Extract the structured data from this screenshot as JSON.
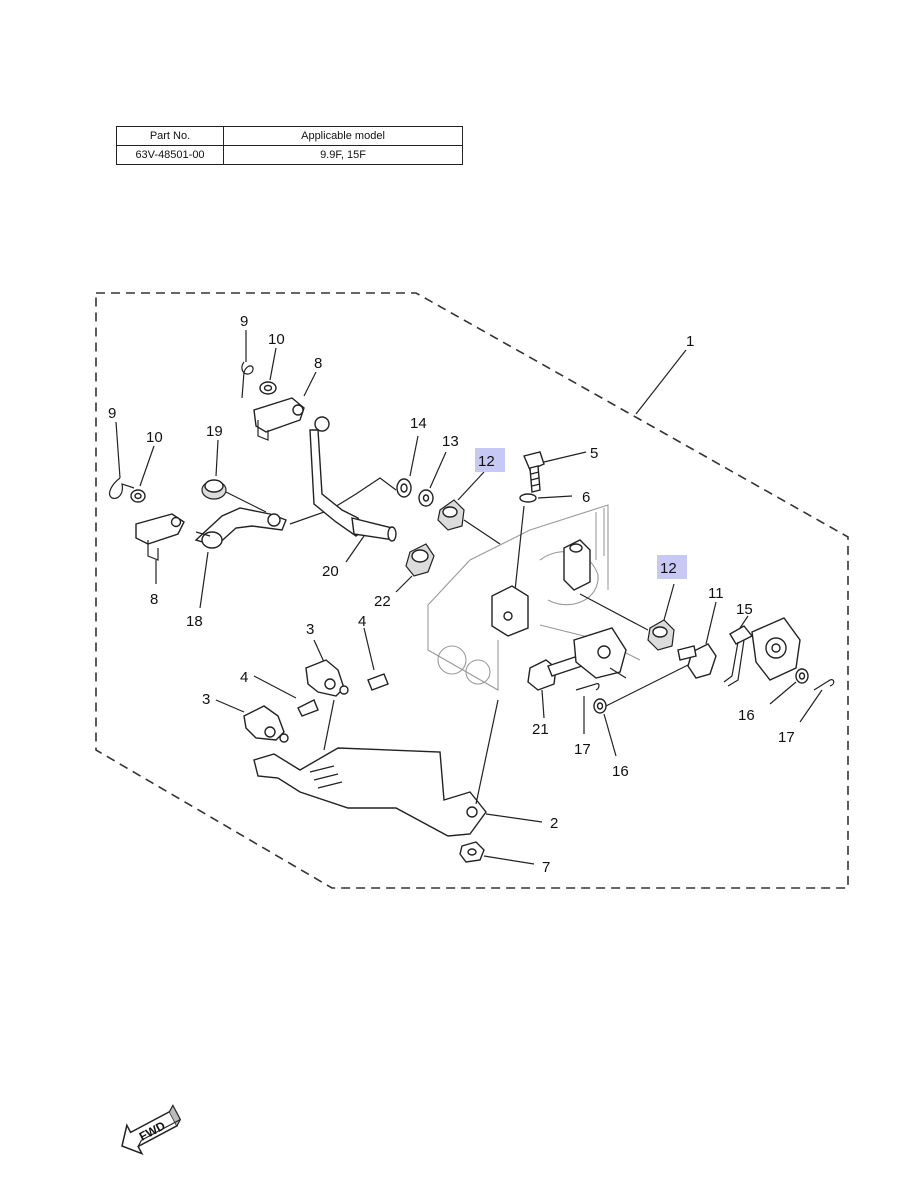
{
  "table": {
    "headers": [
      "Part No.",
      "Applicable model"
    ],
    "rows": [
      [
        "63V-48501-00",
        "9.9F, 15F"
      ]
    ]
  },
  "callouts": {
    "c1": "1",
    "c2": "2",
    "c3a": "3",
    "c3b": "3",
    "c4a": "4",
    "c4b": "4",
    "c5": "5",
    "c6": "6",
    "c7": "7",
    "c8a": "8",
    "c8b": "8",
    "c9a": "9",
    "c9b": "9",
    "c10a": "10",
    "c10b": "10",
    "c11": "11",
    "c12a": "12",
    "c12b": "12",
    "c13": "13",
    "c14": "14",
    "c15": "15",
    "c16a": "16",
    "c16b": "16",
    "c17a": "17",
    "c17b": "17",
    "c18": "18",
    "c19": "19",
    "c20": "20",
    "c21": "21",
    "c22": "22"
  },
  "fwd_label": "FWD",
  "colors": {
    "highlight": "#c8c8f5",
    "line": "#222222"
  }
}
